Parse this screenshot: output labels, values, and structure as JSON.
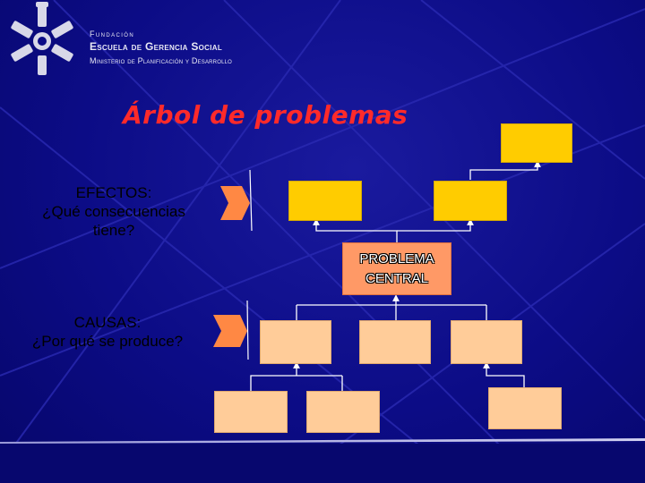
{
  "header": {
    "org_line1": "Fundación",
    "org_line2": "Escuela de Gerencia Social",
    "org_line3": "Ministerio de Planificación y Desarrollo"
  },
  "title": "Árbol de problemas",
  "efectos": {
    "lines": [
      "EFECTOS:",
      "¿Qué consecuencias",
      "tiene?"
    ]
  },
  "causas": {
    "lines": [
      "CAUSAS:",
      "¿Por qué se produce?"
    ]
  },
  "problem": {
    "lines": [
      "PROBLEMA",
      "CENTRAL"
    ]
  },
  "colors": {
    "background": "#0c0c86",
    "title": "#ff2a2a",
    "effect_box": "#ffcc00",
    "cause_box": "#ffcc99",
    "problem_box": "#ff9966",
    "arrow": "#ff8844"
  },
  "icons": {
    "logo": "gear-with-hands-logo",
    "effect_arrow": "chevron-arrow-icon",
    "cause_arrow": "chevron-arrow-icon"
  }
}
